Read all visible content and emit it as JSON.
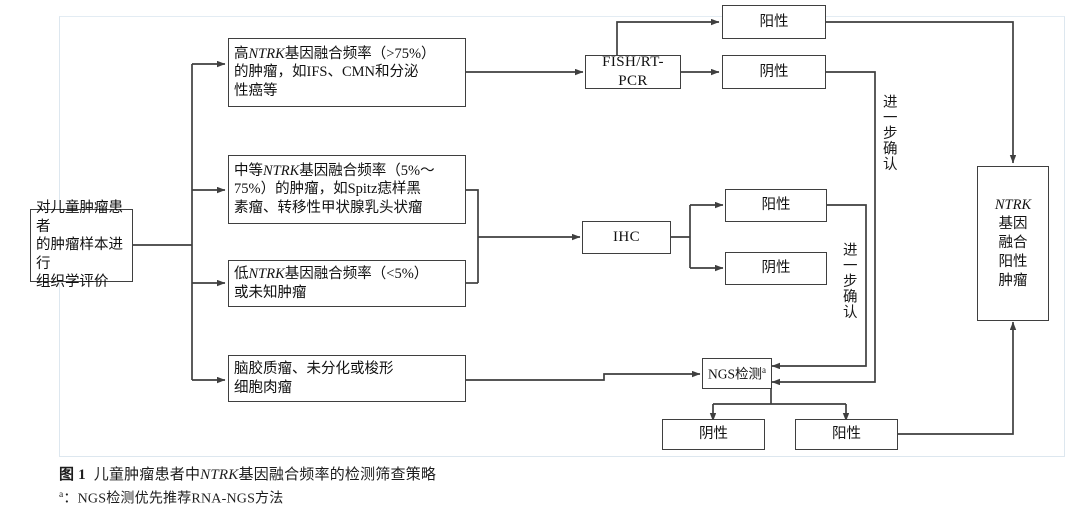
{
  "figure": {
    "caption_label": "图 1",
    "caption_title_pre": "儿童肿瘤患者中",
    "caption_title_italic": "NTRK",
    "caption_title_post": "基因融合频率的检测筛查策略",
    "footnote_marker": "a",
    "footnote_text": "：NGS检测优先推荐RNA-NGS方法"
  },
  "colors": {
    "box_border": "#3f3f3f",
    "connector": "#3f3f3f",
    "frame": "#dde7ef",
    "background": "#ffffff",
    "text": "#111111"
  },
  "nodes": {
    "start": {
      "id": "start",
      "lines": [
        "对儿童肿瘤患者",
        "的肿瘤样本进行",
        "组织学评价"
      ],
      "text": "对儿童肿瘤患者的肿瘤样本进行组织学评价"
    },
    "high_freq": {
      "id": "high-frequency-tumors",
      "line1_pre": "高",
      "line1_italic": "NTRK",
      "line1_post": "基因融合频率（>75%）",
      "line2": "的肿瘤，如IFS、CMN和分泌",
      "line3": "性癌等",
      "text": "高NTRK基因融合频率（>75%）的肿瘤，如IFS、CMN和分泌性癌等"
    },
    "mid_freq": {
      "id": "medium-frequency-tumors",
      "line1_pre": "中等",
      "line1_italic": "NTRK",
      "line1_post": "基因融合频率（5%～",
      "line2": "75%）的肿瘤，如Spitz痣样黑",
      "line3": "素瘤、转移性甲状腺乳头状瘤",
      "text": "中等NTRK基因融合频率（5%～75%）的肿瘤，如Spitz痣样黑素瘤、转移性甲状腺乳头状瘤"
    },
    "low_freq": {
      "id": "low-frequency-tumors",
      "line1_pre": "低",
      "line1_italic": "NTRK",
      "line1_post": "基因融合频率（<5%）",
      "line2": "或未知肿瘤",
      "text": "低NTRK基因融合频率（<5%）或未知肿瘤"
    },
    "glioma": {
      "id": "glioma-undifferentiated-spindle-cell-sarcoma",
      "line1": "脑胶质瘤、未分化或梭形",
      "line2": "细胞肉瘤",
      "text": "脑胶质瘤、未分化或梭形细胞肉瘤"
    },
    "fish": {
      "id": "fish-rt-pcr",
      "label": "FISH/RT-PCR"
    },
    "ihc": {
      "id": "ihc",
      "label": "IHC"
    },
    "ngs": {
      "id": "ngs-test",
      "label": "NGS检测",
      "marker": "a"
    },
    "fish_positive": {
      "id": "fish-positive",
      "label": "阳性"
    },
    "fish_negative": {
      "id": "fish-negative",
      "label": "阴性"
    },
    "ihc_positive": {
      "id": "ihc-positive",
      "label": "阳性"
    },
    "ihc_negative": {
      "id": "ihc-negative",
      "label": "阴性"
    },
    "ngs_negative": {
      "id": "ngs-negative",
      "label": "阴性"
    },
    "ngs_positive": {
      "id": "ngs-positive",
      "label": "阳性"
    },
    "final": {
      "id": "ntrk-fusion-positive-tumor",
      "italic": "NTRK",
      "line2": "基因",
      "line3": "融合",
      "line4": "阳性",
      "line5": "肿瘤",
      "text": "NTRK基因融合阳性肿瘤"
    }
  },
  "edge_labels": {
    "confirm_upper": "进一步确认",
    "confirm_lower": "进一步确认"
  }
}
